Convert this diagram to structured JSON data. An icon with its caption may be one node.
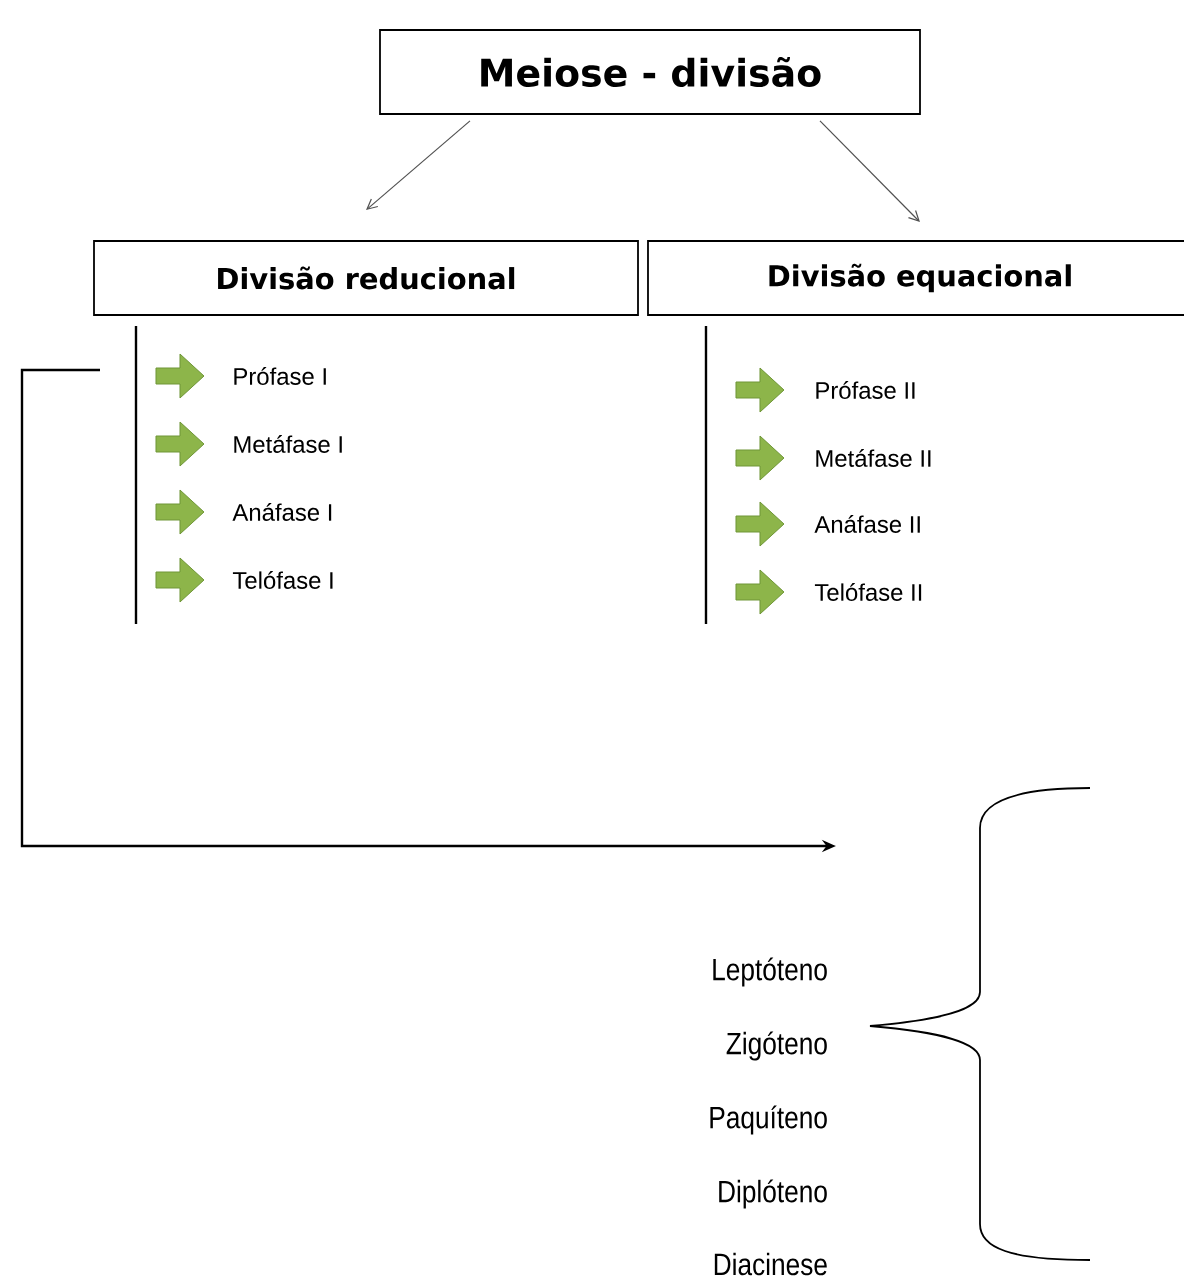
{
  "diagram": {
    "nodes": [
      {
        "text": [
          "Meiose - divisão"
        ]
      },
      {
        "text": [
          "Divisão reducional"
        ]
      },
      {
        "text": [
          "Divisão equacional"
        ]
      },
      {
        "text": [
          "Prófase I"
        ]
      }
    ],
    "edges": [
      {
        "from": 0,
        "to": 1,
        "arrow": "to"
      },
      {
        "from": 0,
        "to": 2,
        "arrow": "to"
      },
      {
        "from": 3,
        "to": null,
        "arrow": "to"
      }
    ],
    "labels": [
      "Metáfase I",
      "Anáfase I",
      "Telófase I",
      "Prófase II",
      "Metáfase II",
      "Anáfase II",
      "Telófase II",
      "Leptóteno",
      "Zigóteno",
      "Paquíteno",
      "Diplóteno",
      "Diacinese"
    ]
  }
}
